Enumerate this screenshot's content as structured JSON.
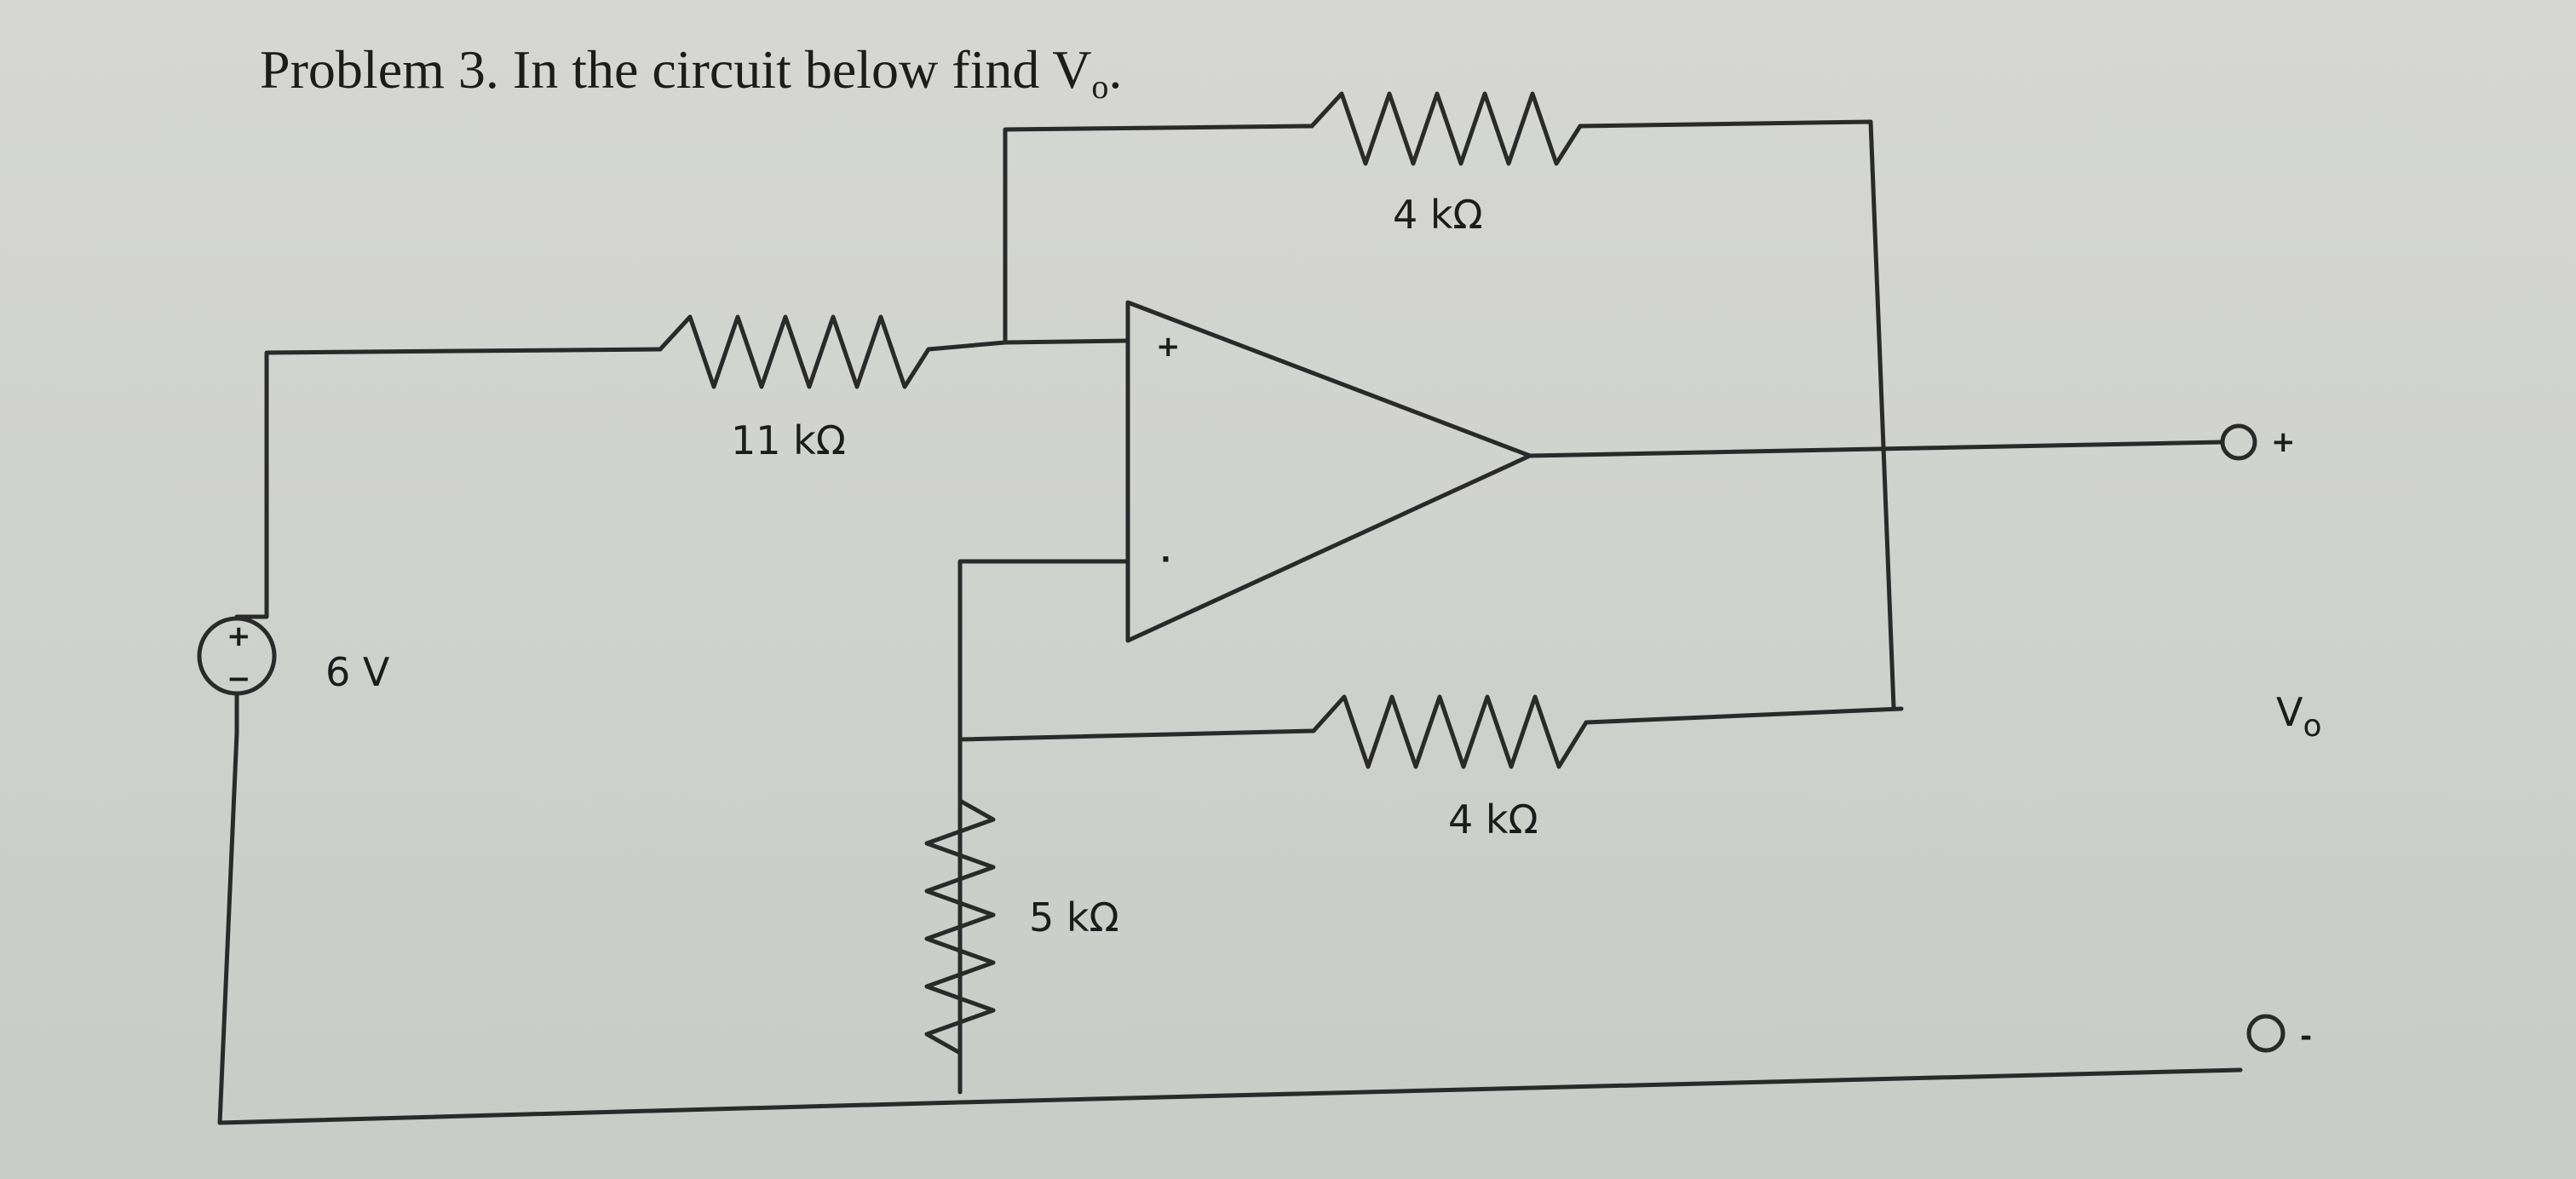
{
  "problem": {
    "title": "Problem 3. In the circuit below find V",
    "title_subscript": "o",
    "title_end": "."
  },
  "source": {
    "label": "6 V",
    "plus_sign": "+",
    "minus_sign": "−"
  },
  "resistors": {
    "r_input": "11 kΩ",
    "r_top_feedback": "4 kΩ",
    "r_bottom_feedback": "4 kΩ",
    "r_ground": "5 kΩ"
  },
  "opamp": {
    "noninverting_sign": "+",
    "inverting_sign": "·"
  },
  "output": {
    "label_main": "V",
    "label_sub": "o",
    "plus_sign": "+",
    "minus_sign": "-"
  },
  "colors": {
    "wire": "#2a2a2a",
    "text": "#1c1c1c"
  }
}
